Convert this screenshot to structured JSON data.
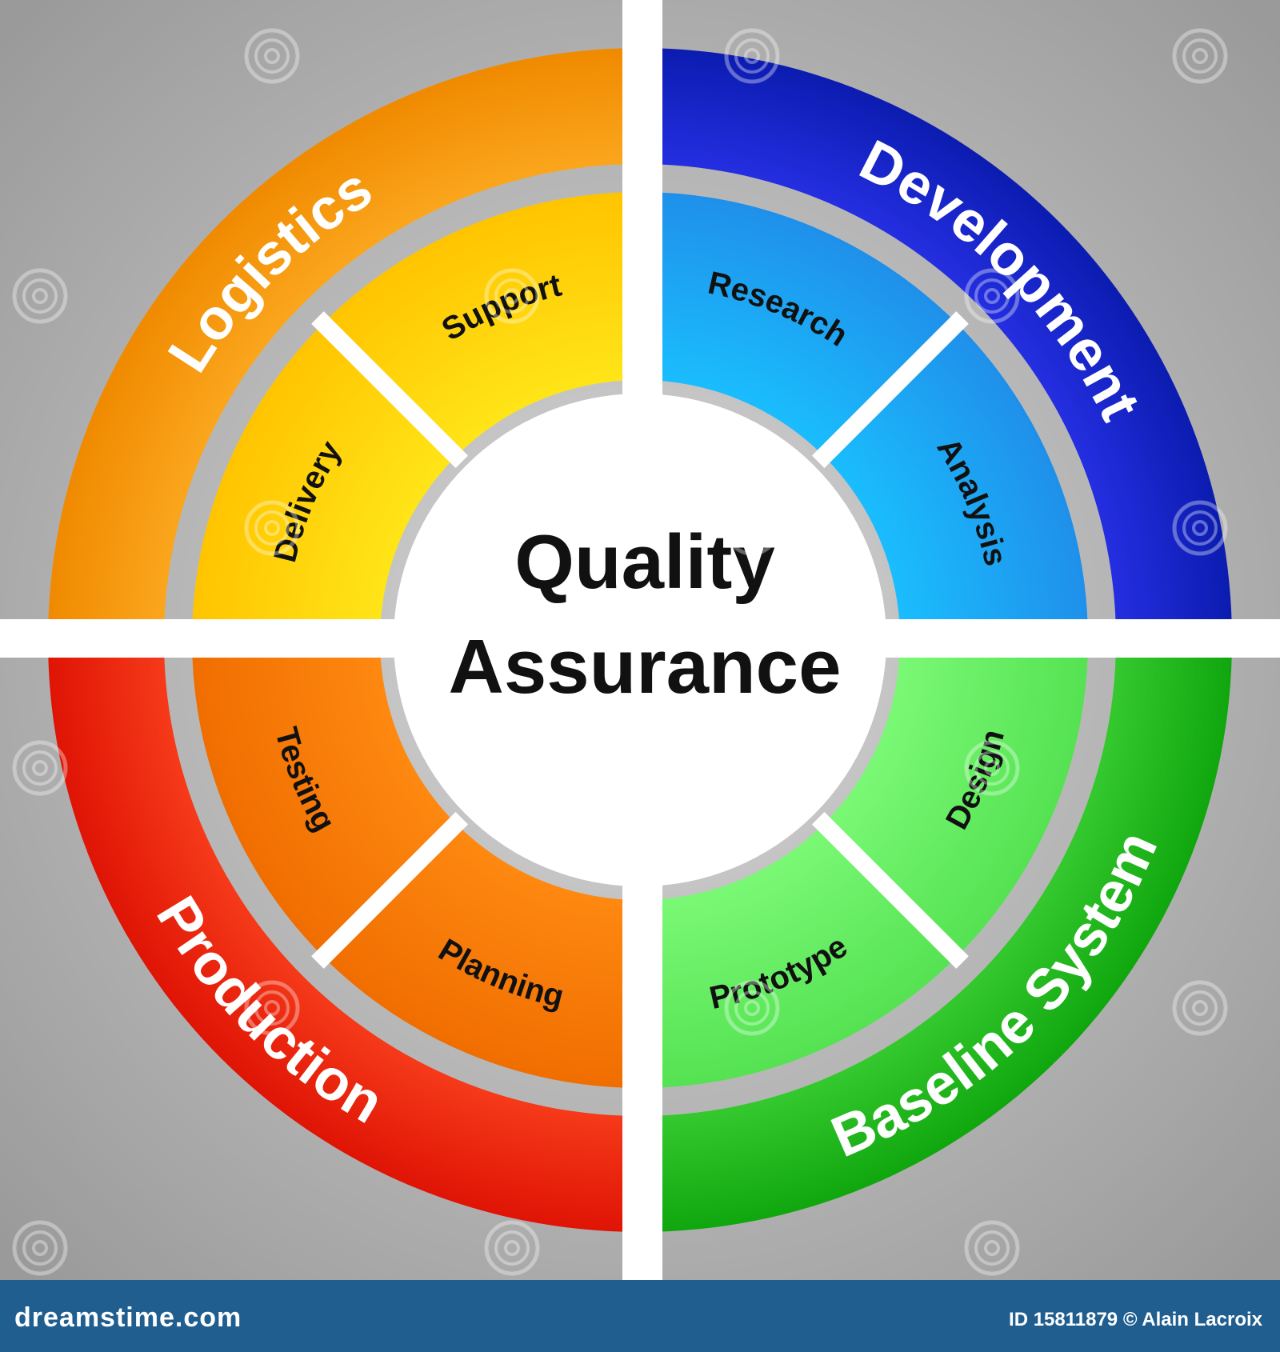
{
  "center": {
    "line1": "Quality",
    "line2": "Assurance"
  },
  "outer_segments": [
    {
      "label": "Logistics",
      "color_light": "#ffa412",
      "color_dark": "#f28a00"
    },
    {
      "label": "Development",
      "color_light": "#2a2cf0",
      "color_dark": "#0a1fb8"
    },
    {
      "label": "Baseline System",
      "color_light": "#3bd235",
      "color_dark": "#12aa10"
    },
    {
      "label": "Production",
      "color_light": "#ff3a1a",
      "color_dark": "#e21808"
    }
  ],
  "inner_segments": [
    {
      "label": "Support",
      "color": "#ffd50a"
    },
    {
      "label": "Delivery",
      "color": "#ffd000"
    },
    {
      "label": "Research",
      "color": "#22a8f2"
    },
    {
      "label": "Analysis",
      "color": "#12b4ff"
    },
    {
      "label": "Design",
      "color": "#66ee66"
    },
    {
      "label": "Prototype",
      "color": "#6ff06c"
    },
    {
      "label": "Planning",
      "color": "#f97c08"
    },
    {
      "label": "Testing",
      "color": "#f77a06"
    }
  ],
  "colors": {
    "background": "#a8a8a8",
    "separator": "#ffffff",
    "footer_bg": "#1f5e8f",
    "text_dark": "#111111",
    "text_light": "#ffffff"
  },
  "footer": {
    "site": "dreamstime.com",
    "image_id": "ID 15811879 © Alain Lacroix"
  },
  "watermark": "dreamstime"
}
